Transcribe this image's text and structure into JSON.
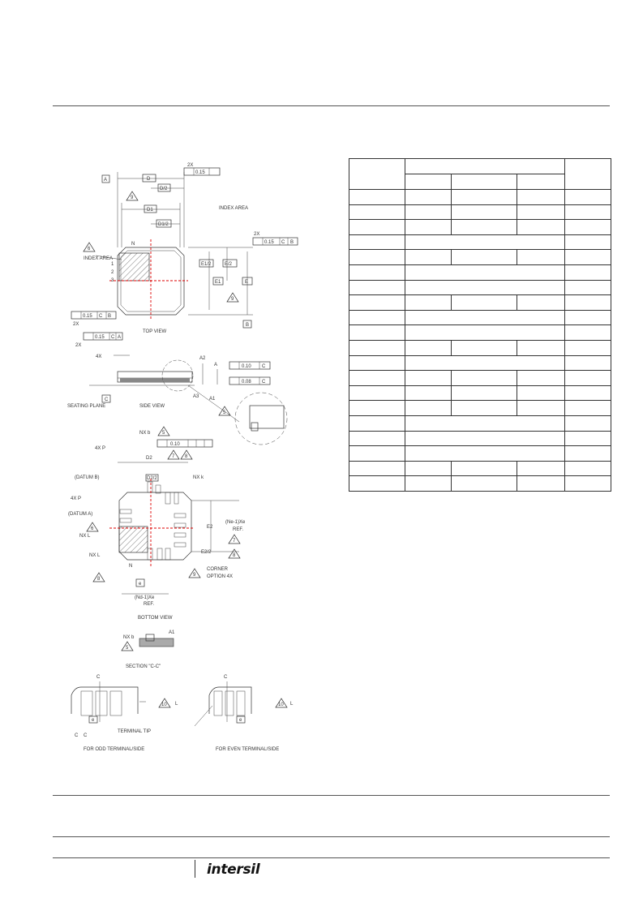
{
  "footer": {
    "logo_text": "intersil"
  },
  "drawing": {
    "top_view": {
      "datum_a": "A",
      "datum_b": "B",
      "dim_d": "D",
      "dim_d_half": "D/2",
      "dim_d1": "D1",
      "dim_d1_half": "D1/2",
      "dim_e": "E",
      "dim_e_half": "E/2",
      "dim_e1": "E1",
      "dim_e1_half": "E1/2",
      "index_area": "INDEX AREA",
      "index_area_2": "INDEX AREA",
      "note_6": "6",
      "note_9": "9",
      "note_9b": "9",
      "pin_n": "N",
      "pin_1": "1",
      "pin_2": "2",
      "pin_3": "3",
      "tol_2x_a": "2X",
      "tol_2x_b": "2X",
      "tol_2x_c": "2X",
      "tol_2x_d": "2X",
      "tol_015_ca": "0.15",
      "tol_015_cb": "0.15",
      "tol_015_cb2": "0.15",
      "tol_015_ca2": "0.15",
      "ref_c": "C",
      "ref_a": "A",
      "ref_b": "B",
      "label": "TOP VIEW"
    },
    "side_view": {
      "four_x_theta": "4X",
      "a2": "A2",
      "a": "A",
      "a3": "A3",
      "a1": "A1",
      "tol_010": "0.10",
      "tol_008": "0.08",
      "ref_c": "C",
      "seating_plane": "SEATING PLANE",
      "label": "SIDE VIEW",
      "detail_5": "5"
    },
    "bottom_view": {
      "nx_b": "NX b",
      "four_x_p": "4X P",
      "four_x_p2": "4X P",
      "datum_b": "(DATUM B)",
      "datum_a": "(DATUM A)",
      "d2": "D2",
      "d2_half": "D2/2",
      "e2": "E2",
      "e2_half": "E2/2",
      "nx_k": "NX k",
      "nx_l": "NX L",
      "ne_ref": "(Ne-1)Xe",
      "ne_ref2": "REF.",
      "nd_ref": "(Nd-1)Xe",
      "nd_ref2": "REF.",
      "tol_010": "0.10",
      "corner": "CORNER",
      "corner2": "OPTION 4X",
      "pin_n": "N",
      "note_5": "5",
      "note_7": "7",
      "note_8": "8",
      "note_6": "6",
      "note_9": "9",
      "label": "BOTTOM VIEW"
    },
    "section": {
      "nx_b": "NX b",
      "a1": "A1",
      "note_5": "5",
      "label": "SECTION \"C-C\"",
      "odd_label": "FOR ODD TERMINAL/SIDE",
      "even_label": "FOR EVEN TERMINAL/SIDE",
      "terminal_tip": "TERMINAL TIP",
      "note_10": "10",
      "note_10b": "10",
      "cl": "C",
      "cl2": "C",
      "e_lbl": "e",
      "e_lbl2": "e",
      "l_lbl": "L",
      "l_lbl2": "L"
    }
  }
}
